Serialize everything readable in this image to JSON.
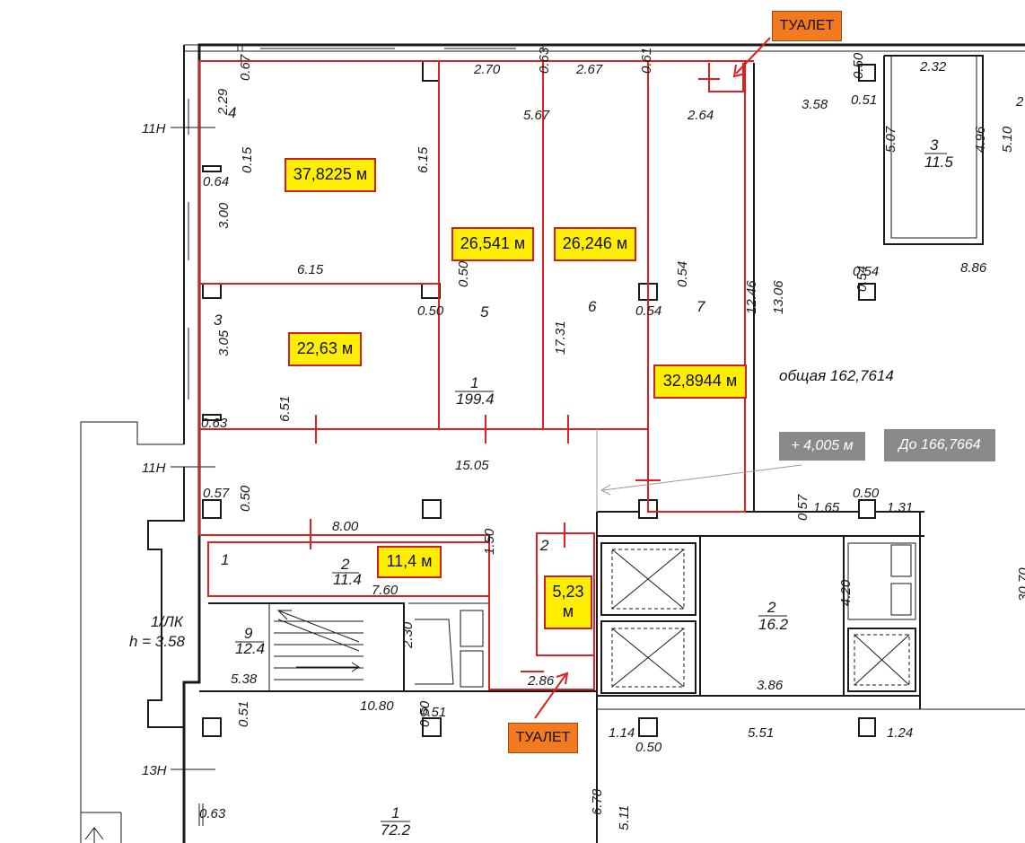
{
  "room_labels": {
    "r1": "37,8225 м",
    "r2": "26,541 м",
    "r3": "26,246 м",
    "r4": "22,63 м",
    "r5": "32,8944 м",
    "r6": "11,4 м",
    "r7": "5,23\nм"
  },
  "toilet_labels": {
    "top": "ТУАЛЕТ",
    "bottom": "ТУАЛЕТ"
  },
  "summary": {
    "total": "общая 162,7614",
    "add": "+ 4,005 м",
    "upto": "До 166,7664"
  },
  "axis_labels": {
    "a1": "11Н",
    "a2": "11Н",
    "a3": "13Н",
    "a4": "1/ЛК",
    "a5": "h = 3.58"
  },
  "room_numbers": {
    "n4": "4",
    "n3": "3",
    "n5": "5",
    "n6": "6",
    "n7": "7",
    "n1": "1",
    "n2": "2"
  },
  "area_fracs": {
    "f1n": "1",
    "f1d": "199.4",
    "f2n": "2",
    "f2d": "11.4",
    "f3n": "3",
    "f3d": "11.5",
    "f4n": "9",
    "f4d": "12.4",
    "f5n": "2",
    "f5d": "16.2",
    "f6n": "1",
    "f6d": "72.2"
  },
  "dims": {
    "d1": "0.67",
    "d2": "2.29",
    "d3": "0.15",
    "d4": "0.64",
    "d5": "3.00",
    "d6": "6.15",
    "d7": "6.15",
    "d8": "2.70",
    "d9": "0.63",
    "d10": "2.67",
    "d11": "0.61",
    "d12": "5.67",
    "d13": "2.64",
    "d14": "0.50",
    "d15": "0.50",
    "d16": "0.54",
    "d17": "0.54",
    "d18": "12.46",
    "d19": "13.06",
    "d20": "17.31",
    "d21": "3.05",
    "d22": "0.63",
    "d23": "6.51",
    "d24": "15.05",
    "d25": "0.57",
    "d26": "0.50",
    "d27": "8.00",
    "d28": "1.50",
    "d29": "7.60",
    "d30": "2.30",
    "d31": "5.38",
    "d32": "10.80",
    "d33": "0.51",
    "d34": "0.50",
    "d35": "0.51",
    "d36": "2.86",
    "d37": "0.63",
    "d38": "6.78",
    "d39": "5.11",
    "d40": "0.50",
    "d41": "0.51",
    "d42": "3.58",
    "d43": "2.32",
    "d44": "5.07",
    "d45": "4.96",
    "d46": "5.10",
    "d47": "0.54",
    "d48": "0.54",
    "d49": "8.86",
    "d50": "0.57",
    "d51": "1.65",
    "d52": "0.50",
    "d53": "1.31",
    "d54": "4.20",
    "d55": "3.86",
    "d56": "1.14",
    "d57": "0.50",
    "d58": "5.51",
    "d59": "1.24",
    "d60": "30.70",
    "d61": "2"
  }
}
